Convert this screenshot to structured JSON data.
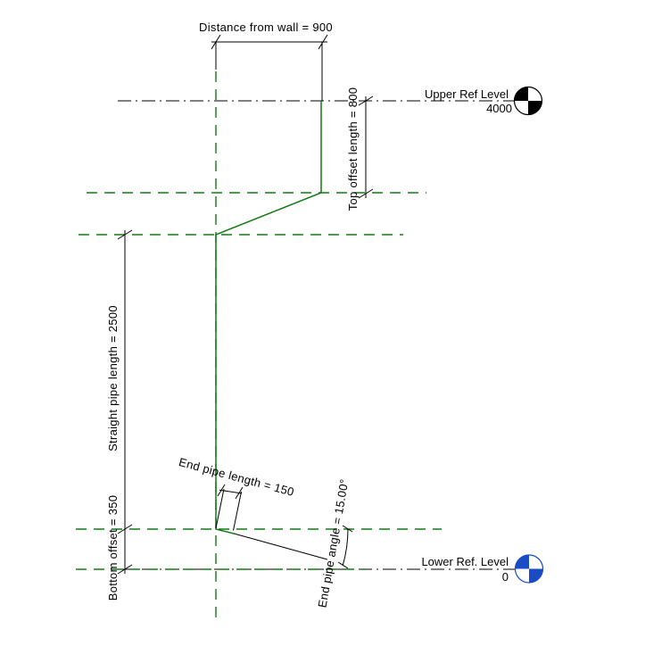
{
  "view": {
    "type": "elevation-drawing",
    "background": "#ffffff"
  },
  "colors": {
    "pipe_green": "#147814",
    "reference_plane_green": "#147814",
    "annotation_black": "#000000",
    "lower_level_blue": "#1a4bc5"
  },
  "dimensions": {
    "distance_from_wall": {
      "label": "Distance from wall = 900",
      "value": 900
    },
    "top_offset": {
      "label": "Top offset length = 800",
      "value": 800
    },
    "straight_pipe": {
      "label": "Straight pipe length = 2500",
      "value": 2500
    },
    "bottom_offset": {
      "label": "Bottom offset = 350",
      "value": 350
    },
    "end_pipe_length": {
      "label": "End pipe length = 150",
      "value": 150
    },
    "end_pipe_angle": {
      "label": "End pipe angle = 15.00°",
      "value": "15.00°"
    }
  },
  "levels": {
    "upper": {
      "name": "Upper Ref Level",
      "elevation": "4000"
    },
    "lower": {
      "name": "Lower Ref. Level",
      "elevation": "0"
    }
  }
}
